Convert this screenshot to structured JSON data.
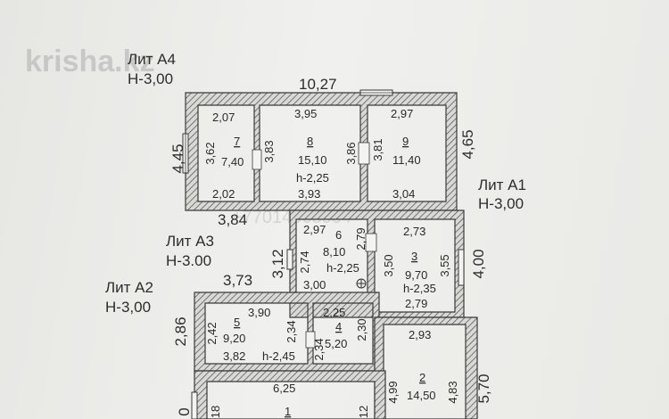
{
  "watermark": {
    "site": "krisha.kz",
    "phone": "+77014563904"
  },
  "blocks": {
    "a4": {
      "name": "Лит А4",
      "height": "H-3,00"
    },
    "a1": {
      "name": "Лит А1",
      "height": "H-3,00"
    },
    "a3": {
      "name": "Лит А3",
      "height": "H-3.00"
    },
    "a2": {
      "name": "Лит А2",
      "height": "H-3,00"
    }
  },
  "rooms": {
    "r7": {
      "num": "7",
      "area": "7,40",
      "w_top": "2,07",
      "w_bottom": "2,02",
      "h": "3,62"
    },
    "r8": {
      "num": "8",
      "area": "15,10",
      "ceiling": "h-2,25",
      "w_top": "3,95",
      "w_bottom": "3,93",
      "h_left": "3,83",
      "h_right": "3,86"
    },
    "r9": {
      "num": "9",
      "area": "11,40",
      "w_top": "2,97",
      "w_bottom": "3,04",
      "h": "3,81"
    },
    "r6": {
      "num": "6",
      "area": "8,10",
      "ceiling": "h-2,25",
      "w_top": "2,97",
      "w_bottom": "3,00",
      "h_left": "2,74",
      "h_right": "2,79"
    },
    "r3": {
      "num": "3",
      "area": "9,70",
      "ceiling": "h-2,35",
      "w_top": "2,73",
      "w_bottom": "2,79",
      "h_left": "3,50",
      "h_right": "3,55"
    },
    "r5": {
      "num": "5",
      "area": "9,20",
      "ceiling": "h-2,45",
      "w_top": "3,90",
      "w_bottom": "3,82",
      "h_left": "2,42",
      "h_right": "2,34"
    },
    "r4": {
      "num": "4",
      "area": "5,20",
      "w_top": "2,25",
      "h_left": "2,34",
      "h_right": "2,30"
    },
    "r2": {
      "num": "2",
      "area": "14,50",
      "w_top": "2,93",
      "h_left": "4,99",
      "h_right": "4,83"
    },
    "r1": {
      "num": "1",
      "w_top": "6,25",
      "h_left": "18",
      "h_right": "12"
    }
  },
  "outer": {
    "top": "10,27",
    "left_a4": "4,45",
    "right_a4": "4,65",
    "a4_bottom": "3,84",
    "a3_left": "3,12",
    "a3_width": "3,73",
    "a1_right": "4,00",
    "a2_left": "2,86",
    "right_bottom": "5,70",
    "left_bottom": "0"
  }
}
